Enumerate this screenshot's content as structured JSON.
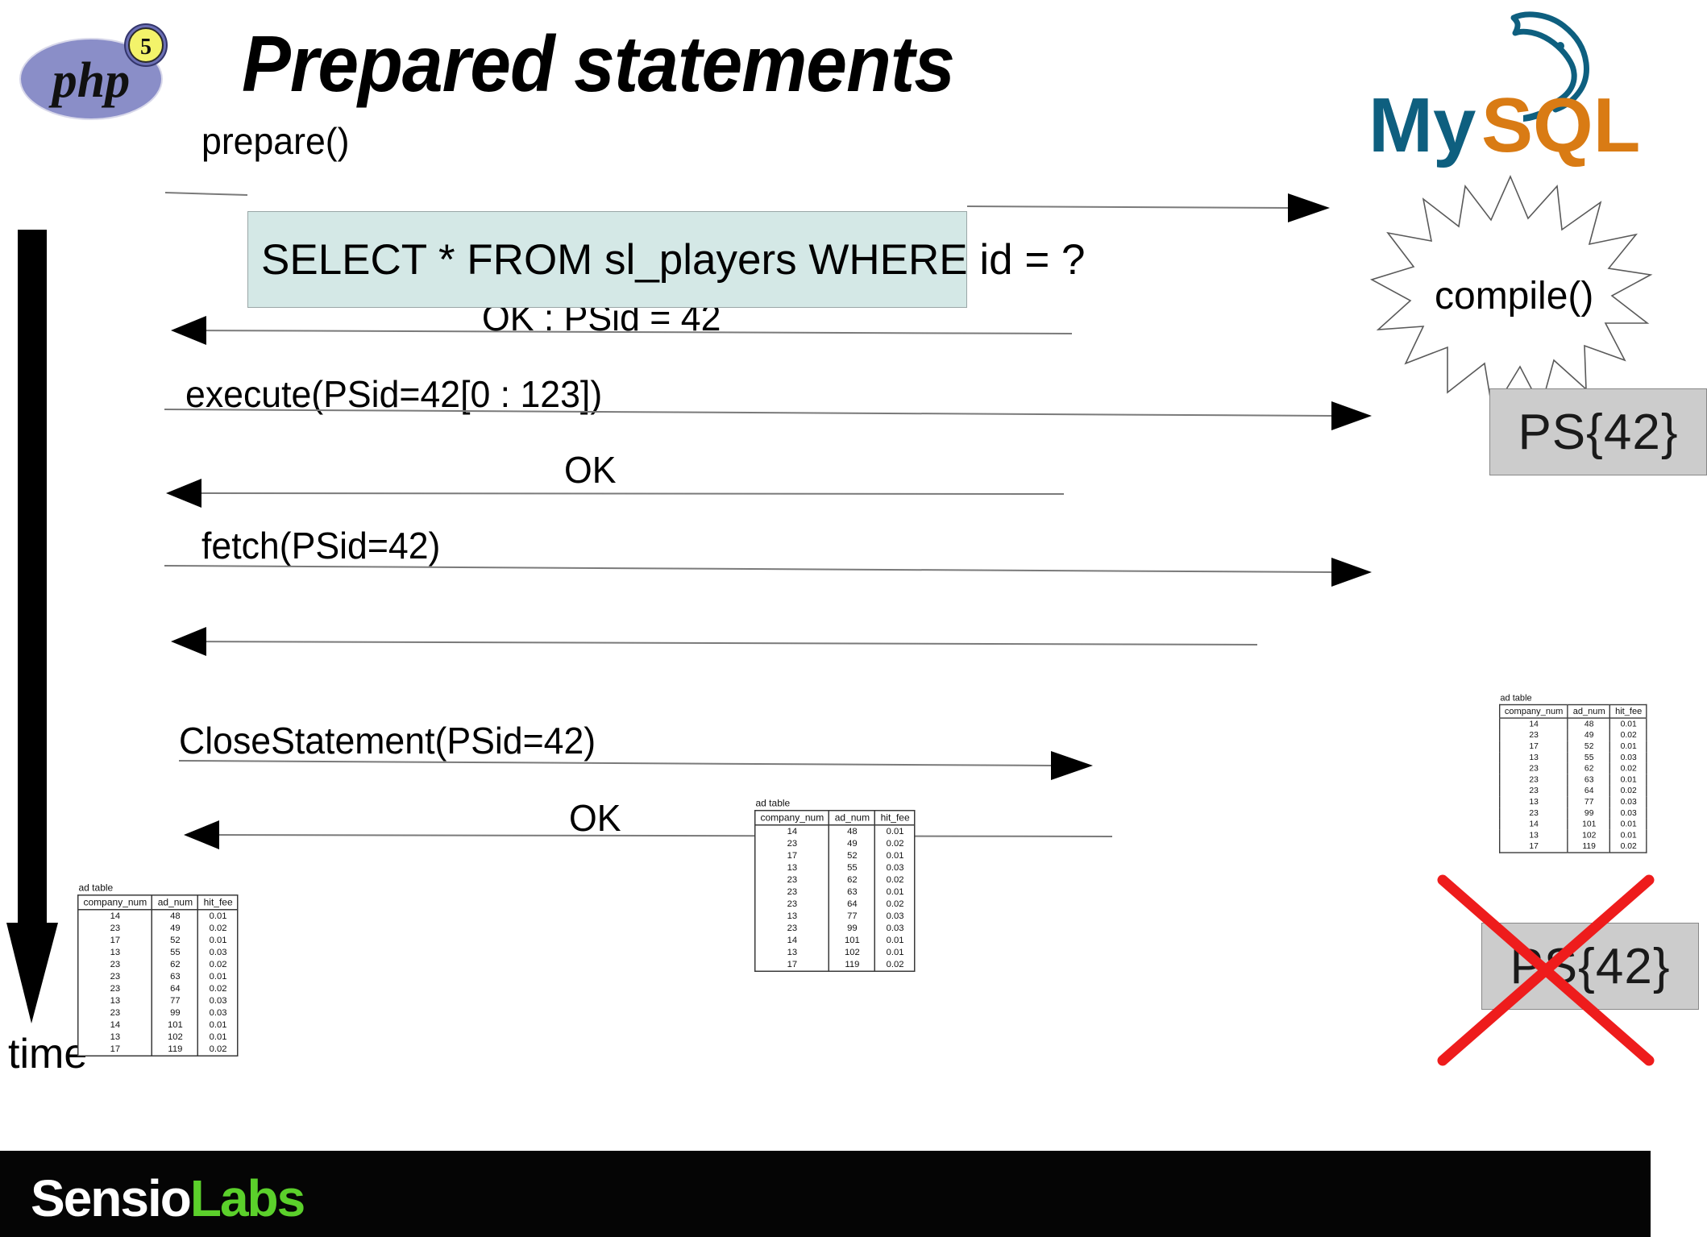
{
  "slide": {
    "title": "Prepared statements",
    "time_axis_label": "time"
  },
  "logos": {
    "php": {
      "name": "php-logo",
      "text": "php",
      "badge": "5"
    },
    "mysql": {
      "name": "mysql-logo",
      "text_my": "My",
      "text_sql": "SQL"
    },
    "sensiolabs": {
      "name": "sensiolabs-logo",
      "part_white": "Sensio",
      "part_green": "Labs",
      "green": "#5bd02b"
    }
  },
  "colors": {
    "sql_box_fill": "#d4e8e6",
    "sql_box_border": "#9aa7a7",
    "ps_box_fill": "#cccccc",
    "cross_red": "#ee1c1c",
    "mysql_blue": "#0e5f7f",
    "mysql_orange": "#d97b14",
    "footer_bg": "#050505"
  },
  "sql_box": {
    "statement": "SELECT * FROM sl_players WHERE id = ?"
  },
  "compile": {
    "label": "compile()"
  },
  "ps_boxes": {
    "created": "PS{42}",
    "closed": "PS{42}"
  },
  "messages": [
    {
      "id": "prepare",
      "label": "prepare()",
      "direction": "right"
    },
    {
      "id": "ok-psid",
      "label": "OK : PSid = 42",
      "direction": "left"
    },
    {
      "id": "execute",
      "label": "execute(PSid=42[0 : 123])",
      "direction": "right"
    },
    {
      "id": "ok-execute",
      "label": "OK",
      "direction": "left"
    },
    {
      "id": "fetch",
      "label": "fetch(PSid=42)",
      "direction": "right"
    },
    {
      "id": "result-set",
      "label": "",
      "direction": "left"
    },
    {
      "id": "close-statement",
      "label": "CloseStatement(PSid=42)",
      "direction": "right"
    },
    {
      "id": "ok-close",
      "label": "OK",
      "direction": "left"
    }
  ],
  "ad_table": {
    "caption": "ad table",
    "columns": [
      "company_num",
      "ad_num",
      "hit_fee"
    ],
    "rows": [
      [
        "14",
        "48",
        "0.01"
      ],
      [
        "23",
        "49",
        "0.02"
      ],
      [
        "17",
        "52",
        "0.01"
      ],
      [
        "13",
        "55",
        "0.03"
      ],
      [
        "23",
        "62",
        "0.02"
      ],
      [
        "23",
        "63",
        "0.01"
      ],
      [
        "23",
        "64",
        "0.02"
      ],
      [
        "13",
        "77",
        "0.03"
      ],
      [
        "23",
        "99",
        "0.03"
      ],
      [
        "14",
        "101",
        "0.01"
      ],
      [
        "13",
        "102",
        "0.01"
      ],
      [
        "17",
        "119",
        "0.02"
      ]
    ]
  }
}
